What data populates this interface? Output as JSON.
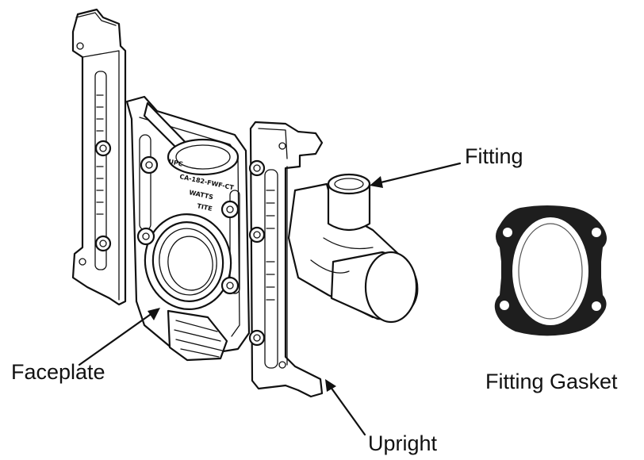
{
  "labels": {
    "fitting": "Fitting",
    "faceplate": "Faceplate",
    "fitting_gasket": "Fitting Gasket",
    "upright": "Upright"
  },
  "faceplate_marking": {
    "line1": "UPC",
    "line2": "CA-182-FWF-CT",
    "line3": "WATTS",
    "line4": "TITE"
  },
  "colors": {
    "line": "#111111",
    "background": "#ffffff",
    "gasket": "#1e1e1e"
  }
}
